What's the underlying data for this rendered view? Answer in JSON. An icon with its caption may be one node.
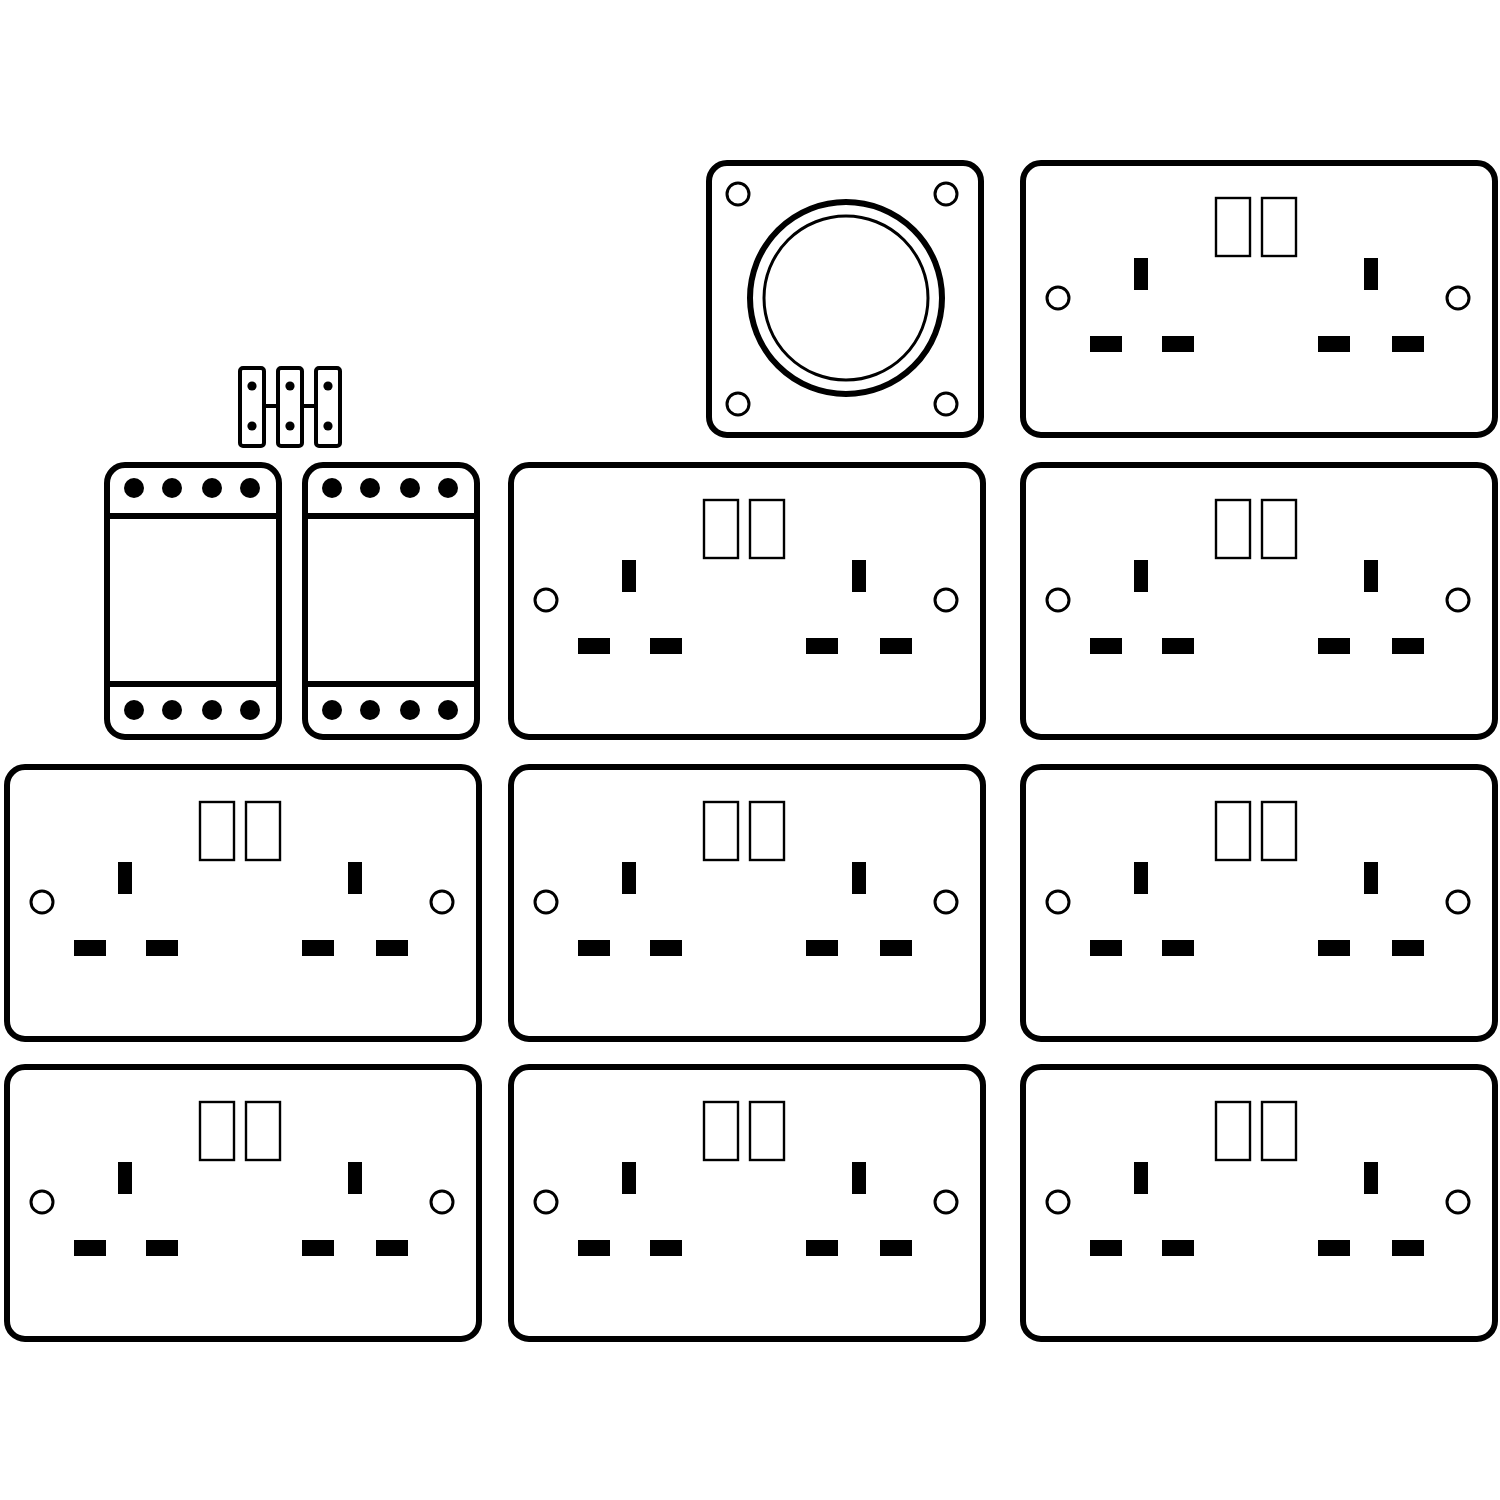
{
  "diagram": {
    "nodes": [
      {
        "text": [],
        "shape": "outlet"
      },
      {
        "text": [],
        "shape": "socket"
      },
      {
        "text": [],
        "shape": "bar"
      },
      {
        "text": [],
        "shape": "module"
      },
      {
        "text": [],
        "shape": "module"
      },
      {
        "text": [],
        "shape": "socket"
      },
      {
        "text": [],
        "shape": "socket"
      },
      {
        "text": [],
        "shape": "socket"
      },
      {
        "text": [],
        "shape": "socket"
      },
      {
        "text": [],
        "shape": "socket"
      },
      {
        "text": [],
        "shape": "socket"
      },
      {
        "text": [],
        "shape": "socket"
      },
      {
        "text": [],
        "shape": "socket"
      }
    ]
  }
}
